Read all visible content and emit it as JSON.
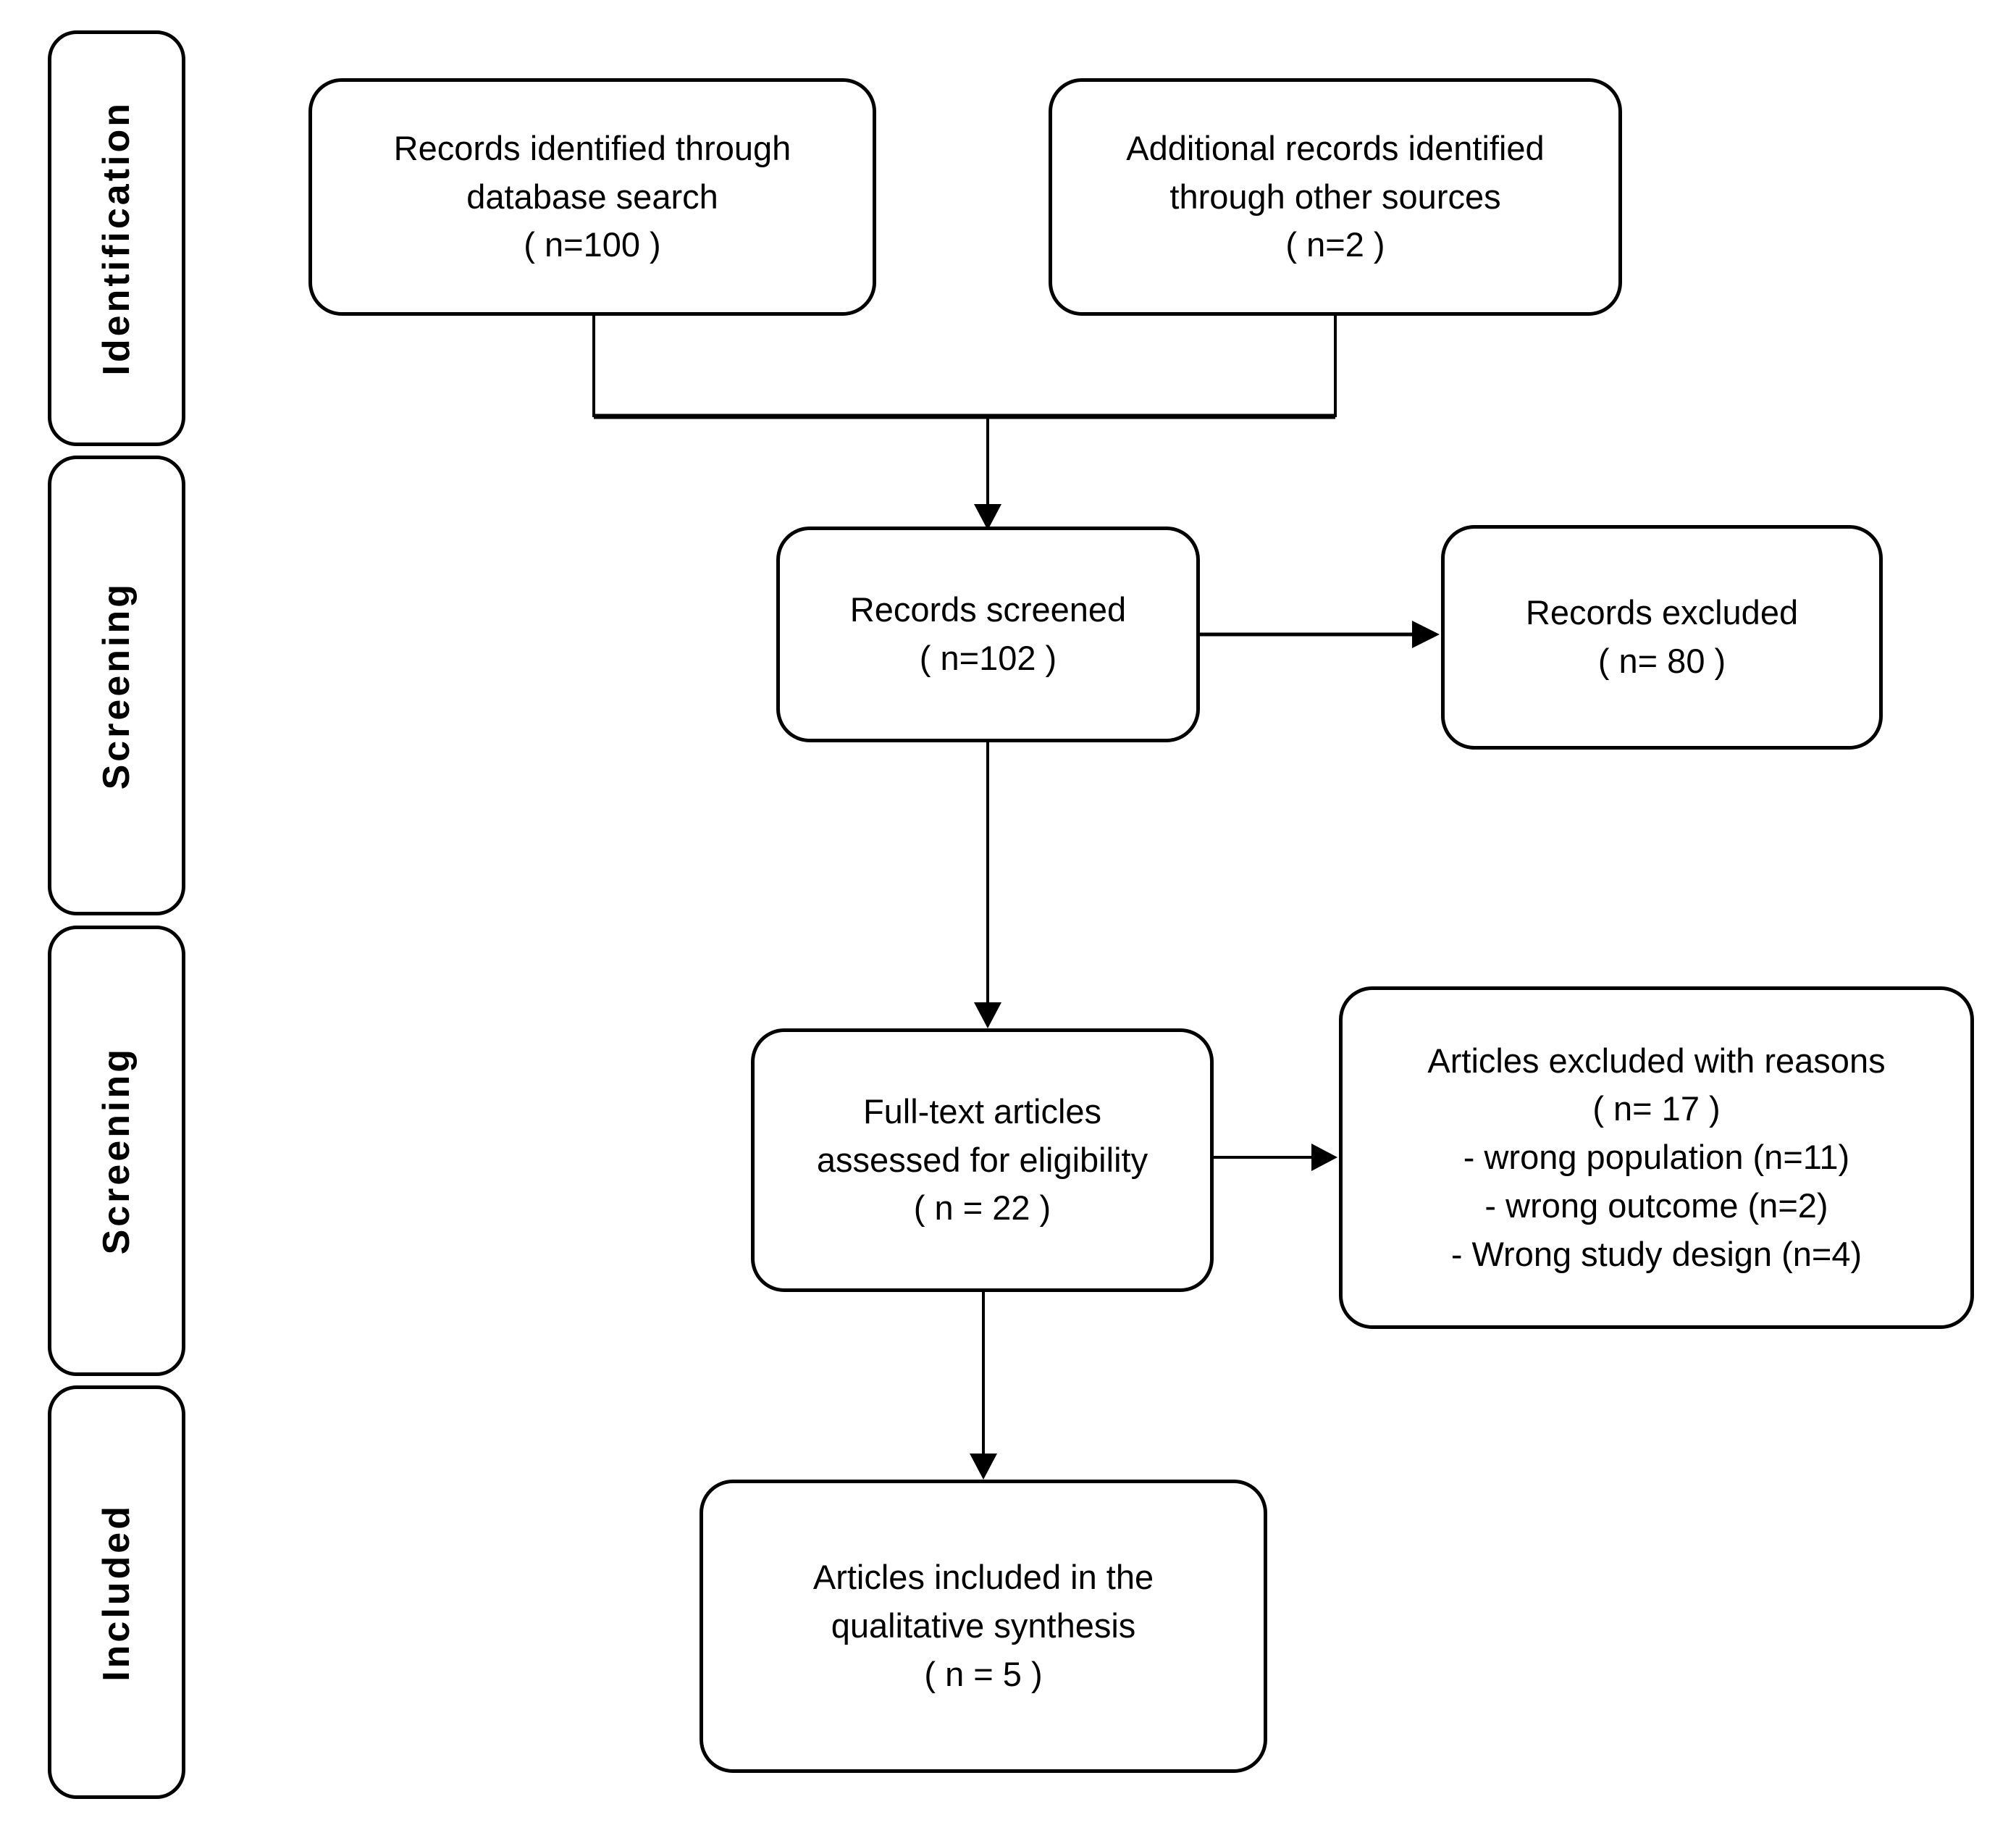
{
  "figure": {
    "type": "prisma-flow-diagram",
    "background_color": "#ffffff",
    "line_color": "#000000"
  },
  "sidebar": {
    "stages": [
      {
        "label": "Identification"
      },
      {
        "label": "Screening"
      },
      {
        "label": "Screening"
      },
      {
        "label": "Included"
      }
    ]
  },
  "boxes": {
    "records_identified": {
      "lines": [
        "Records identified through",
        "database search",
        "( n=100 )"
      ]
    },
    "additional_records": {
      "lines": [
        "Additional records identified",
        "through other sources",
        "( n=2 )"
      ]
    },
    "records_screened": {
      "lines": [
        "Records screened",
        "( n=102 )"
      ]
    },
    "records_excluded": {
      "lines": [
        "Records excluded",
        "( n= 80 )"
      ]
    },
    "fulltext_assessed": {
      "lines": [
        "Full-text articles",
        "assessed for eligibility",
        "( n = 22 )"
      ]
    },
    "articles_excluded": {
      "lines": [
        "Articles excluded with reasons",
        "( n= 17 )",
        "- wrong population (n=11)",
        "- wrong outcome (n=2)",
        "- Wrong study design (n=4)"
      ]
    },
    "articles_included": {
      "lines": [
        "Articles included in the",
        "qualitative synthesis",
        "( n = 5 )"
      ]
    }
  }
}
